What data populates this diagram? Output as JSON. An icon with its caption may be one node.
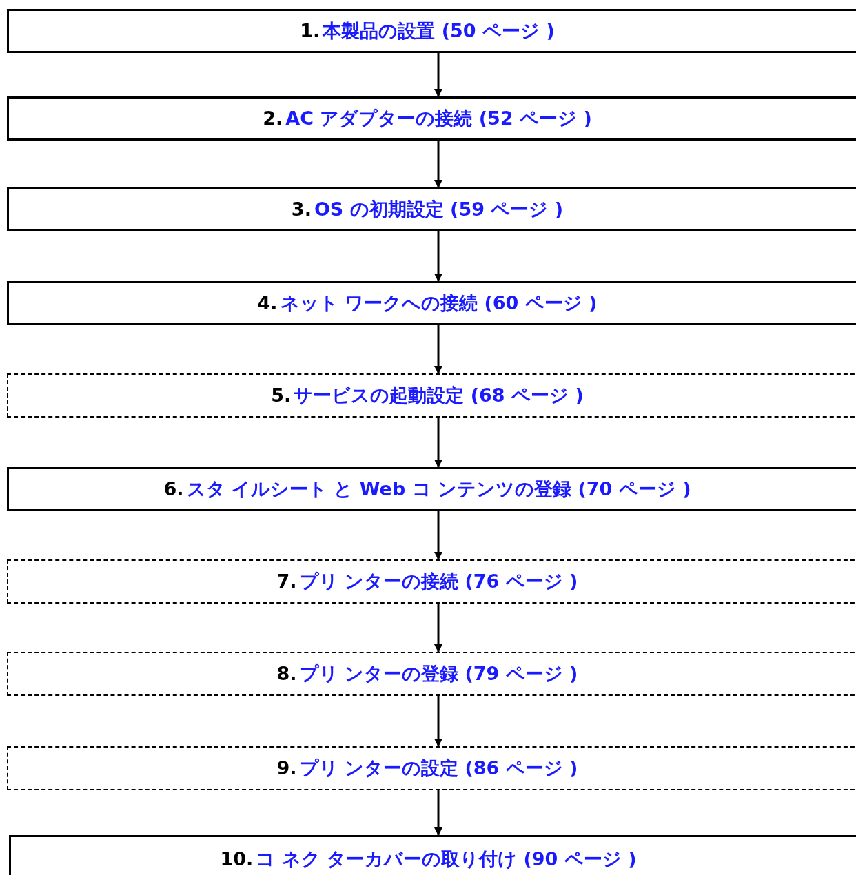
{
  "diagram": {
    "nodes": [
      {
        "text": [
          "1.",
          "本製品の設置 (50 ページ )"
        ]
      },
      {
        "text": [
          "2.",
          "AC アダプターの接続 (52 ページ )"
        ]
      },
      {
        "text": [
          "3.",
          "OS の初期設定 (59 ページ )"
        ]
      },
      {
        "text": [
          "4.",
          "ネット ワークへの接続 (60 ページ )"
        ]
      },
      {
        "text": [
          "5.",
          "サービスの起動設定 (68 ページ )"
        ]
      },
      {
        "text": [
          "6.",
          "スタ イルシート と Web コ ンテンツの登録 (70 ページ )"
        ]
      },
      {
        "text": [
          "7.",
          "プリ ンターの接続 (76 ページ )"
        ]
      },
      {
        "text": [
          "8.",
          "プリ ンターの登録 (79 ページ )"
        ]
      },
      {
        "text": [
          "9.",
          "プリ ンターの設定 (86 ページ )"
        ]
      },
      {
        "text": [
          "10.",
          "コ ネク ターカバーの取り付け (90 ページ )"
        ]
      }
    ],
    "edges": [
      {
        "from": 0,
        "to": 1,
        "arrow": "to"
      },
      {
        "from": 1,
        "to": 2,
        "arrow": "to"
      },
      {
        "from": 2,
        "to": 3,
        "arrow": "to"
      },
      {
        "from": 3,
        "to": 4,
        "arrow": "to"
      },
      {
        "from": 4,
        "to": 5,
        "arrow": "to"
      },
      {
        "from": 5,
        "to": 6,
        "arrow": "to"
      },
      {
        "from": 6,
        "to": 7,
        "arrow": "to"
      },
      {
        "from": 7,
        "to": 8,
        "arrow": "to"
      },
      {
        "from": 8,
        "to": 9,
        "arrow": "to"
      }
    ]
  }
}
